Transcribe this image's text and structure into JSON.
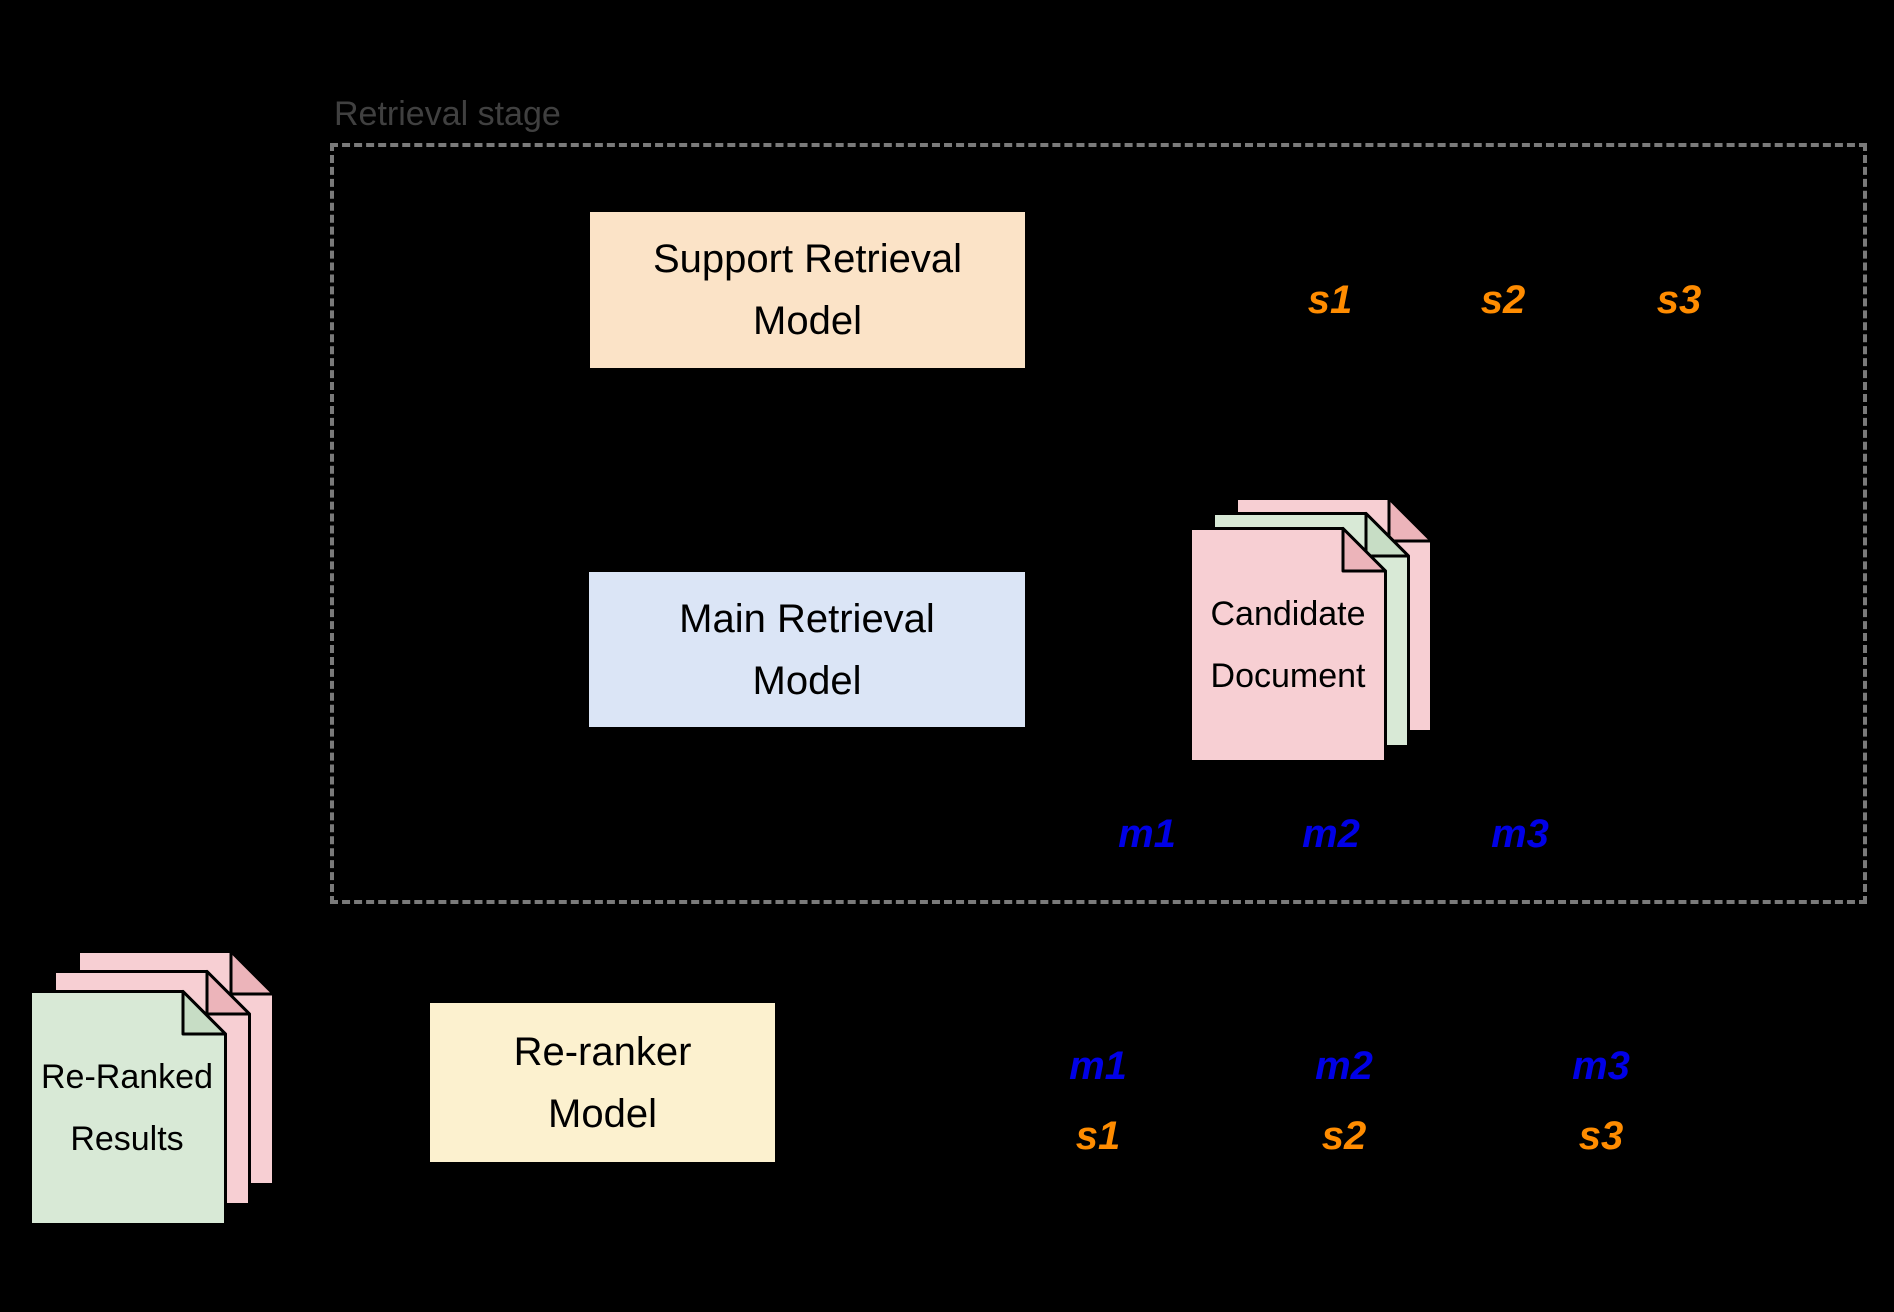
{
  "canvas": {
    "background": "#000000"
  },
  "retrieval_stage": {
    "label": "Retrieval stage",
    "support_model": {
      "line1": "Support Retrieval",
      "line2": "Model"
    },
    "main_model": {
      "line1": "Main Retrieval",
      "line2": "Model"
    },
    "support_scores": [
      "s1",
      "s2",
      "s3"
    ],
    "main_scores": [
      "m1",
      "m2",
      "m3"
    ],
    "candidate_document": {
      "line1": "Candidate",
      "line2": "Document"
    }
  },
  "reranker_stage": {
    "model": {
      "line1": "Re-ranker",
      "line2": "Model"
    },
    "score_pairs": [
      {
        "m": "m1",
        "s": "s1"
      },
      {
        "m": "m2",
        "s": "s2"
      },
      {
        "m": "m3",
        "s": "s3"
      }
    ],
    "results_document": {
      "line1": "Re-Ranked",
      "line2": "Results"
    }
  },
  "colors": {
    "background": "#000000",
    "dashed_border": "#7a7a7a",
    "stage_label_text": "#404040",
    "support_model_fill": "#fbe3c7",
    "main_model_fill": "#dbe5f6",
    "reranker_model_fill": "#fcf1cf",
    "document_pink": "#f7cfd3",
    "document_pink_fold": "#ecb4ba",
    "document_green": "#d8e9d6",
    "document_green_fold": "#c7ddc5",
    "document_outline": "#000000",
    "main_score_text": "#0000e6",
    "support_score_text": "#ff8c00"
  }
}
